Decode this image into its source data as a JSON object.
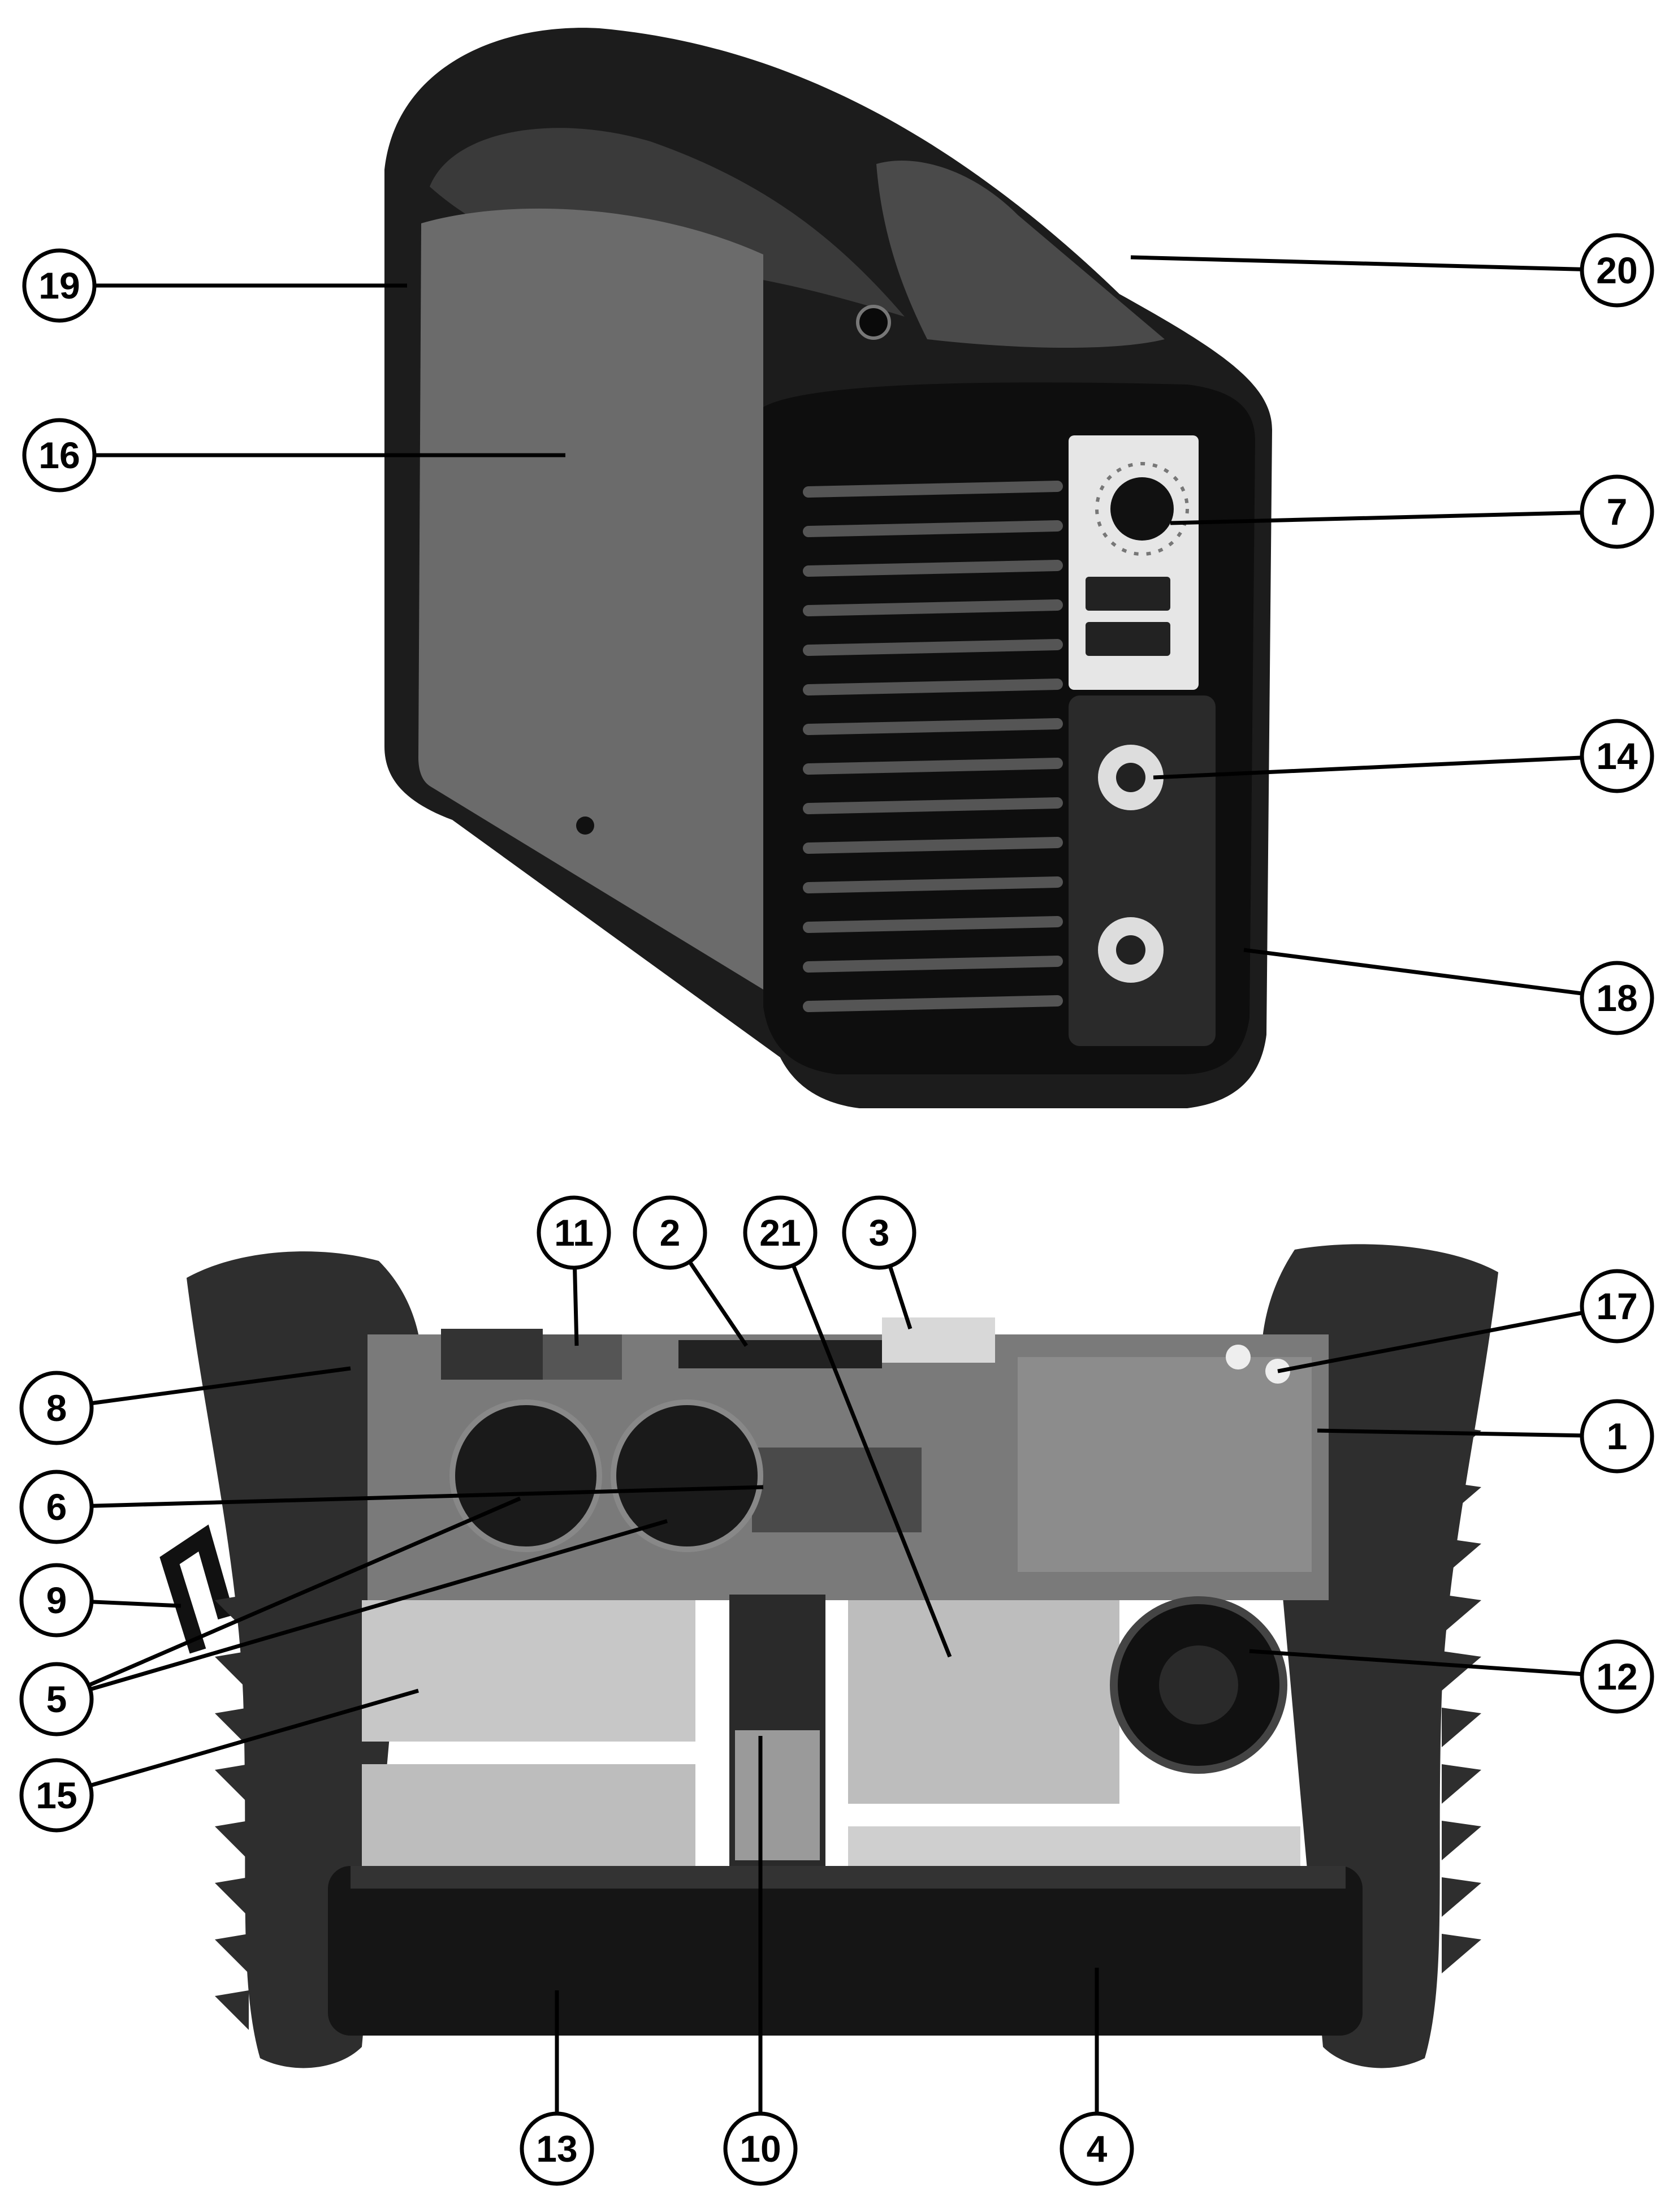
{
  "figure": {
    "colors": {
      "background": "#ffffff",
      "casing": "#1c1c1c",
      "casing_dark": "#0e0e0e",
      "side_panel": "#6b6b6b",
      "control_panel": "#e6e6e6",
      "pcb": "#7a7a7a",
      "transformer": "#c7c7c7",
      "leader": "#000000"
    },
    "callouts": [
      {
        "label": "19"
      },
      {
        "label": "16"
      },
      {
        "label": "20"
      },
      {
        "label": "7"
      },
      {
        "label": "14"
      },
      {
        "label": "18"
      },
      {
        "label": "11"
      },
      {
        "label": "2"
      },
      {
        "label": "21"
      },
      {
        "label": "3"
      },
      {
        "label": "17"
      },
      {
        "label": "8"
      },
      {
        "label": "1"
      },
      {
        "label": "6"
      },
      {
        "label": "9"
      },
      {
        "label": "12"
      },
      {
        "label": "5"
      },
      {
        "label": "15"
      },
      {
        "label": "13"
      },
      {
        "label": "10"
      },
      {
        "label": "4"
      }
    ]
  }
}
